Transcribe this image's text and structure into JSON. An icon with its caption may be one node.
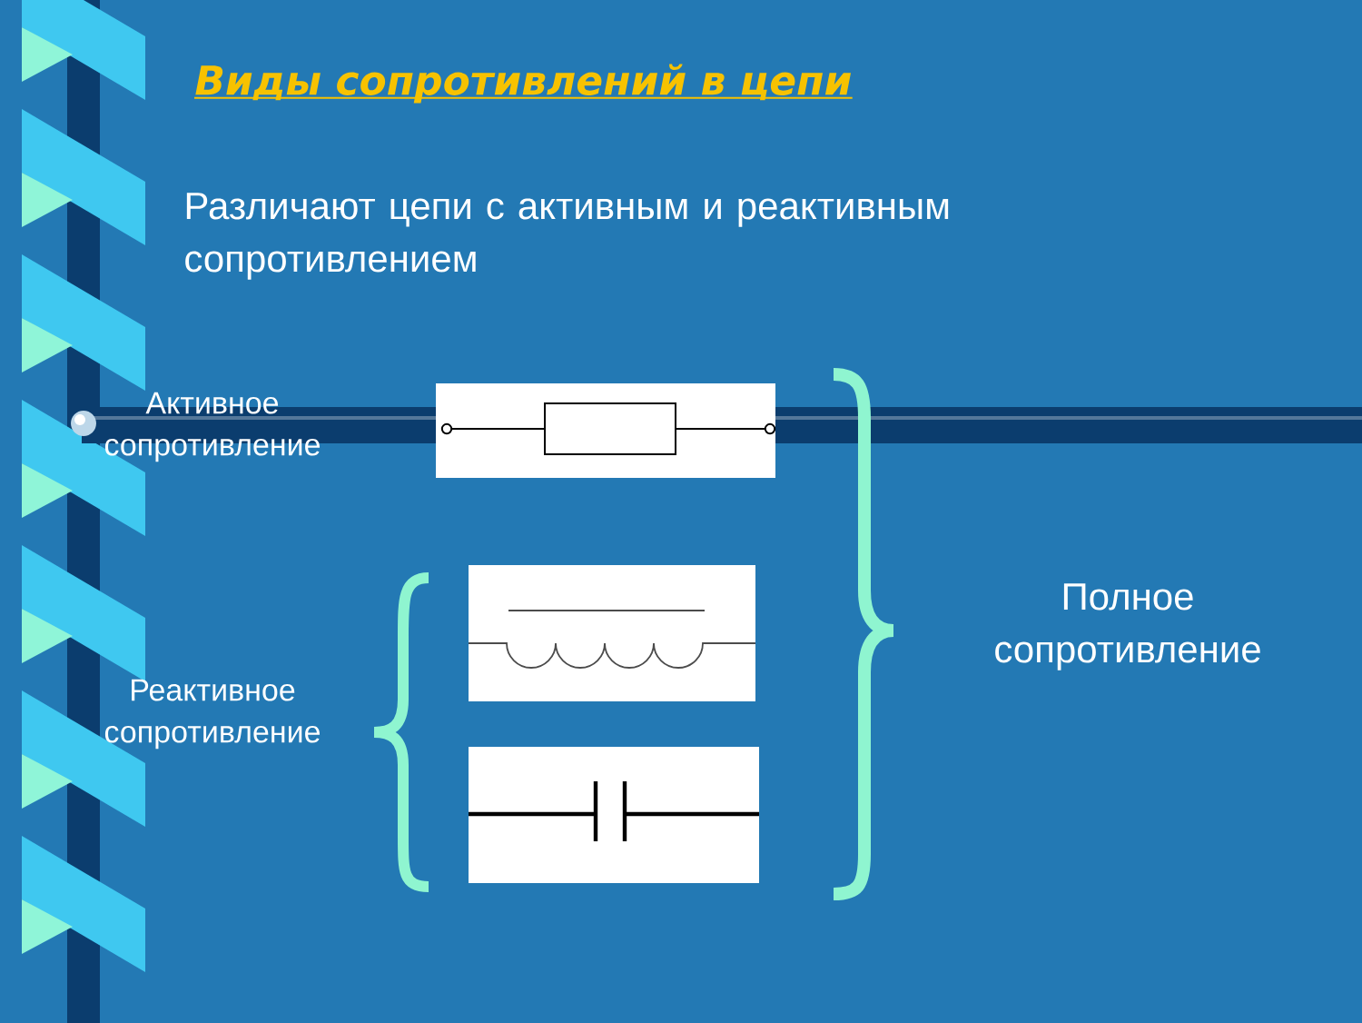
{
  "diagram": {
    "title": "Виды сопротивлений в цепи",
    "nodes": [
      {
        "text": [],
        "shape": "picture"
      },
      {
        "text": [],
        "shape": "picture"
      },
      {
        "text": [],
        "shape": "picture"
      }
    ],
    "labels": [
      "Различают цепи с активным и реактивным сопротивлением",
      "Активное сопротивление",
      "Реактивное сопротивление",
      "Полное сопротивление"
    ]
  }
}
